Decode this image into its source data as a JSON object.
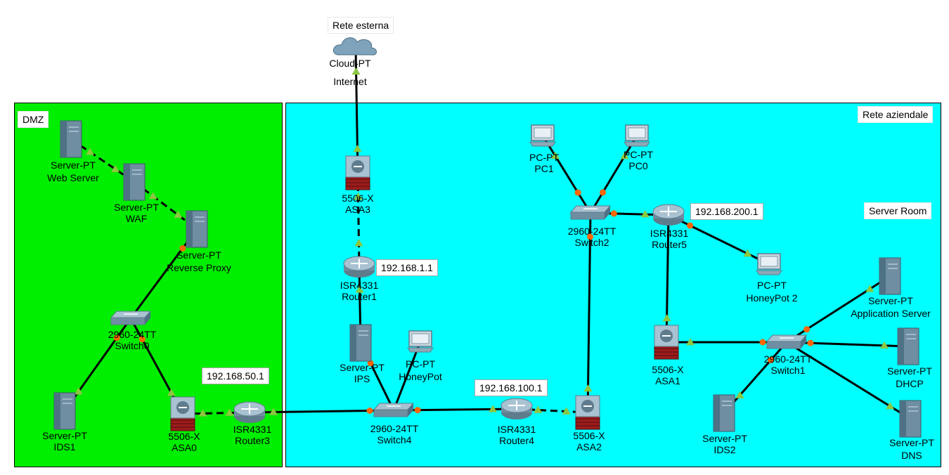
{
  "colors": {
    "dmz_zone": "#00ee00",
    "corporate_zone": "#00ffff",
    "cable": "#000000",
    "link_up": "#8dc63f",
    "link_down": "#ff6600"
  },
  "zones": {
    "dmz": "DMZ",
    "corporate": "Rete aziendale",
    "server_room": "Server Room",
    "external": "Rete esterna"
  },
  "ip_labels": {
    "router1": "192.168.1.1",
    "router3": "192.168.50.1",
    "router4": "192.168.100.1",
    "router5": "192.168.200.1"
  },
  "devices": {
    "internet": {
      "type": "cloud-icon",
      "model": "Cloud-PT",
      "name": "Internet"
    },
    "asa3": {
      "type": "firewall-icon",
      "model": "5506-X",
      "name": "ASA3"
    },
    "router1": {
      "type": "router-icon",
      "model": "ISR4331",
      "name": "Router1"
    },
    "ips": {
      "type": "server-icon",
      "model": "Server-PT",
      "name": "IPS"
    },
    "honeypot": {
      "type": "pc-icon",
      "model": "PC-PT",
      "name": "HoneyPot"
    },
    "switch4": {
      "type": "switch-icon",
      "model": "2960-24TT",
      "name": "Switch4"
    },
    "router4": {
      "type": "router-icon",
      "model": "ISR4331",
      "name": "Router4"
    },
    "asa2": {
      "type": "firewall-icon",
      "model": "5506-X",
      "name": "ASA2"
    },
    "switch2": {
      "type": "switch-icon",
      "model": "2960-24TT",
      "name": "Switch2"
    },
    "pc1": {
      "type": "pc-icon",
      "model": "PC-PT",
      "name": "PC1"
    },
    "pc0": {
      "type": "pc-icon",
      "model": "PC-PT",
      "name": "PC0"
    },
    "router5": {
      "type": "router-icon",
      "model": "ISR4331",
      "name": "Router5"
    },
    "honeypot2": {
      "type": "pc-icon",
      "model": "PC-PT",
      "name": "HoneyPot 2"
    },
    "asa1": {
      "type": "firewall-icon",
      "model": "5506-X",
      "name": "ASA1"
    },
    "switch1": {
      "type": "switch-icon",
      "model": "2960-24TT",
      "name": "Switch1"
    },
    "appserver": {
      "type": "server-icon",
      "model": "Server-PT",
      "name": "Application Server"
    },
    "dhcp": {
      "type": "server-icon",
      "model": "Server-PT",
      "name": "DHCP"
    },
    "dns": {
      "type": "server-icon",
      "model": "Server-PT",
      "name": "DNS"
    },
    "ids2": {
      "type": "server-icon",
      "model": "Server-PT",
      "name": "IDS2"
    },
    "webserver": {
      "type": "server-icon",
      "model": "Server-PT",
      "name": "Web Server"
    },
    "waf": {
      "type": "server-icon",
      "model": "Server-PT",
      "name": "WAF"
    },
    "proxy": {
      "type": "server-icon",
      "model": "Server-PT",
      "name": "Reverse Proxy"
    },
    "switch0": {
      "type": "switch-icon",
      "model": "2960-24TT",
      "name": "Switch0"
    },
    "ids1": {
      "type": "server-icon",
      "model": "Server-PT",
      "name": "IDS1"
    },
    "asa0": {
      "type": "firewall-icon",
      "model": "5506-X",
      "name": "ASA0"
    },
    "router3": {
      "type": "router-icon",
      "model": "ISR4331",
      "name": "Router3"
    }
  },
  "links": [
    {
      "from": "internet",
      "to": "asa3",
      "style": "solid",
      "a": "up",
      "b": "up"
    },
    {
      "from": "asa3",
      "to": "router1",
      "style": "dashed",
      "a": "up",
      "b": "up"
    },
    {
      "from": "router1",
      "to": "ips",
      "style": "solid",
      "a": "up",
      "b": "none"
    },
    {
      "from": "ips",
      "to": "switch4",
      "style": "solid",
      "a": "down",
      "b": "none"
    },
    {
      "from": "honeypot",
      "to": "switch4",
      "style": "solid",
      "a": "none",
      "b": "none"
    },
    {
      "from": "router3",
      "to": "switch4",
      "style": "solid",
      "a": "up",
      "b": "down"
    },
    {
      "from": "switch4",
      "to": "router4",
      "style": "solid",
      "a": "down",
      "b": "up"
    },
    {
      "from": "router4",
      "to": "asa2",
      "style": "dashed",
      "a": "up",
      "b": "up"
    },
    {
      "from": "asa2",
      "to": "switch2",
      "style": "solid",
      "a": "up",
      "b": "down"
    },
    {
      "from": "pc1",
      "to": "switch2",
      "style": "solid",
      "a": "up",
      "b": "down"
    },
    {
      "from": "pc0",
      "to": "switch2",
      "style": "solid",
      "a": "up",
      "b": "down"
    },
    {
      "from": "switch2",
      "to": "router5",
      "style": "solid",
      "a": "down",
      "b": "up"
    },
    {
      "from": "router5",
      "to": "honeypot2",
      "style": "solid",
      "a": "down",
      "b": "up"
    },
    {
      "from": "router5",
      "to": "asa1",
      "style": "solid",
      "a": "none",
      "b": "up"
    },
    {
      "from": "asa1",
      "to": "switch1",
      "style": "solid",
      "a": "up",
      "b": "down"
    },
    {
      "from": "switch1",
      "to": "appserver",
      "style": "solid",
      "a": "down",
      "b": "up"
    },
    {
      "from": "switch1",
      "to": "dhcp",
      "style": "solid",
      "a": "down",
      "b": "up"
    },
    {
      "from": "switch1",
      "to": "dns",
      "style": "solid",
      "a": "none",
      "b": "up"
    },
    {
      "from": "switch1",
      "to": "ids2",
      "style": "solid",
      "a": "down",
      "b": "up"
    },
    {
      "from": "webserver",
      "to": "waf",
      "style": "dashed",
      "a": "up",
      "b": "up"
    },
    {
      "from": "waf",
      "to": "proxy",
      "style": "dashed",
      "a": "up",
      "b": "up"
    },
    {
      "from": "proxy",
      "to": "switch0",
      "style": "solid",
      "a": "down",
      "b": "none"
    },
    {
      "from": "switch0",
      "to": "ids1",
      "style": "solid",
      "a": "down",
      "b": "up"
    },
    {
      "from": "switch0",
      "to": "asa0",
      "style": "solid",
      "a": "down",
      "b": "up"
    },
    {
      "from": "asa0",
      "to": "router3",
      "style": "dashed",
      "a": "up",
      "b": "up"
    }
  ]
}
